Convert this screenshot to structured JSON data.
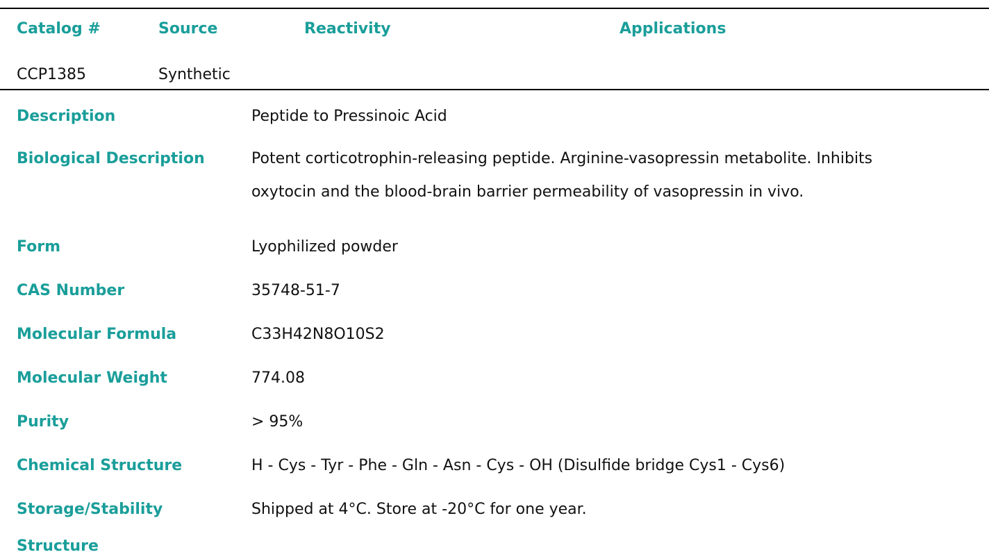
{
  "header": {
    "columns": {
      "catalog": "Catalog #",
      "source": "Source",
      "reactivity": "Reactivity",
      "applications": "Applications"
    },
    "row": {
      "catalog": "CCP1385",
      "source": "Synthetic",
      "reactivity": "",
      "applications": ""
    }
  },
  "details": {
    "description": {
      "label": "Description",
      "value": "Peptide to Pressinoic Acid"
    },
    "biological_description": {
      "label": "Biological Description",
      "line1": "Potent corticotrophin-releasing peptide. Arginine-vasopressin metabolite. Inhibits",
      "line2": "oxytocin and the blood-brain barrier permeability of vasopressin in vivo."
    },
    "form": {
      "label": "Form",
      "value": "Lyophilized powder"
    },
    "cas_number": {
      "label": "CAS Number",
      "value": "35748-51-7"
    },
    "molecular_formula": {
      "label": "Molecular Formula",
      "value": "C33H42N8O10S2"
    },
    "molecular_weight": {
      "label": "Molecular Weight",
      "value": "774.08"
    },
    "purity": {
      "label": "Purity",
      "value": "> 95%"
    },
    "chemical_structure": {
      "label": "Chemical Structure",
      "value": "H - Cys - Tyr - Phe - Gln - Asn - Cys - OH (Disulfide bridge Cys1 - Cys6)"
    },
    "storage_stability": {
      "label": "Storage/Stability",
      "value": "Shipped at 4°C. Store at -20°C for one year."
    },
    "structure": {
      "label": "Structure"
    }
  },
  "colors": {
    "accent": "#1a9e9a",
    "text": "#111111",
    "rule": "#000000"
  }
}
